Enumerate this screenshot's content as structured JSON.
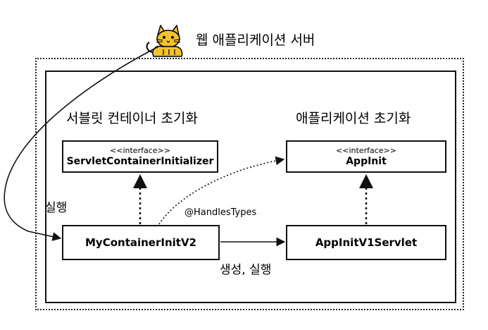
{
  "server_title": "웹 애플리케이션 서버",
  "servlet_container_init_title": "서블릿 컨테이너 초기화",
  "app_init_title": "애플리케이션 초기화",
  "boxes": {
    "servlet_container_initializer": {
      "stereotype": "<<interface>>",
      "name": "ServletContainerInitializer"
    },
    "app_init": {
      "stereotype": "<<interface>>",
      "name": "AppInit"
    },
    "my_container_init": {
      "name": "MyContainerInitV2"
    },
    "app_init_v1_servlet": {
      "name": "AppInitV1Servlet"
    }
  },
  "labels": {
    "execute": "실행",
    "handles_types": "@HandlesTypes",
    "create_execute": "생성, 실행"
  },
  "icons": {
    "server_logo": "tomcat-cat-icon"
  },
  "colors": {
    "line": "#111111",
    "logo": "#f2c230"
  }
}
